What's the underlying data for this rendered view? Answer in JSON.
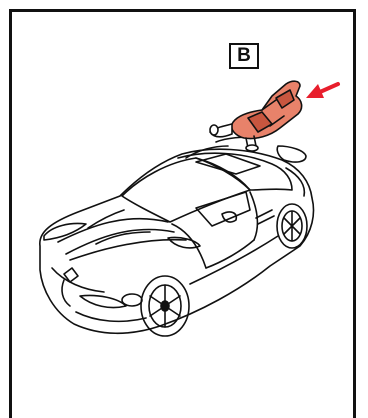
{
  "diagram": {
    "step_label": "B",
    "colors": {
      "part_fill": "#e8826a",
      "part_shadow": "#c8563f",
      "arrow": "#e81e2c",
      "line": "#111111",
      "frame": "#111111"
    },
    "icons": [
      "car-line-art",
      "weapon-part",
      "insert-arrow"
    ]
  }
}
